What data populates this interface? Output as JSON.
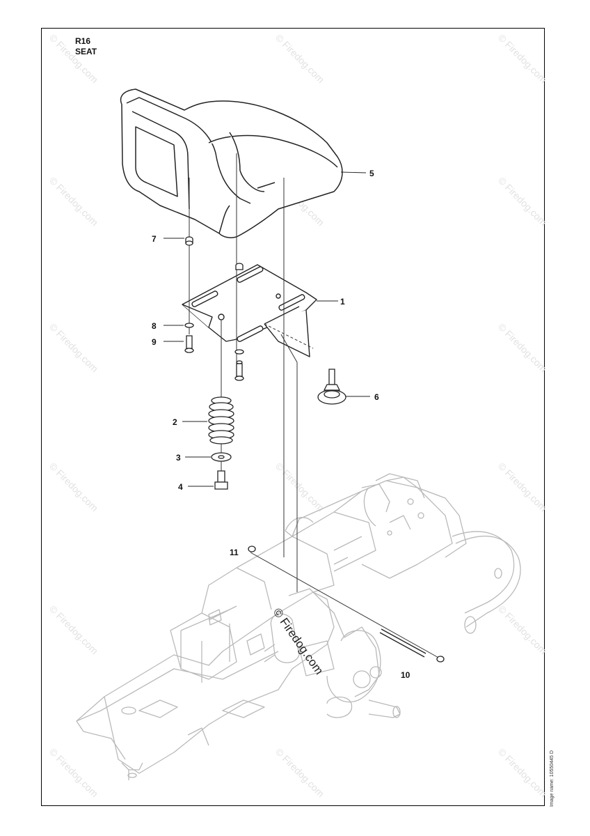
{
  "header": {
    "model": "R16",
    "title": "SEAT"
  },
  "watermark": {
    "text": "© Firedog.com",
    "color": "#e2e2e2",
    "center_text": "© Firedog.com"
  },
  "image_name": "Image name: 10550445 D",
  "callouts": [
    {
      "id": "p1",
      "label": "1"
    },
    {
      "id": "p2",
      "label": "2"
    },
    {
      "id": "p3",
      "label": "3"
    },
    {
      "id": "p4",
      "label": "4"
    },
    {
      "id": "p5",
      "label": "5"
    },
    {
      "id": "p6",
      "label": "6"
    },
    {
      "id": "p7",
      "label": "7"
    },
    {
      "id": "p8",
      "label": "8"
    },
    {
      "id": "p9",
      "label": "9"
    },
    {
      "id": "p10",
      "label": "10"
    },
    {
      "id": "p11",
      "label": "11"
    }
  ]
}
